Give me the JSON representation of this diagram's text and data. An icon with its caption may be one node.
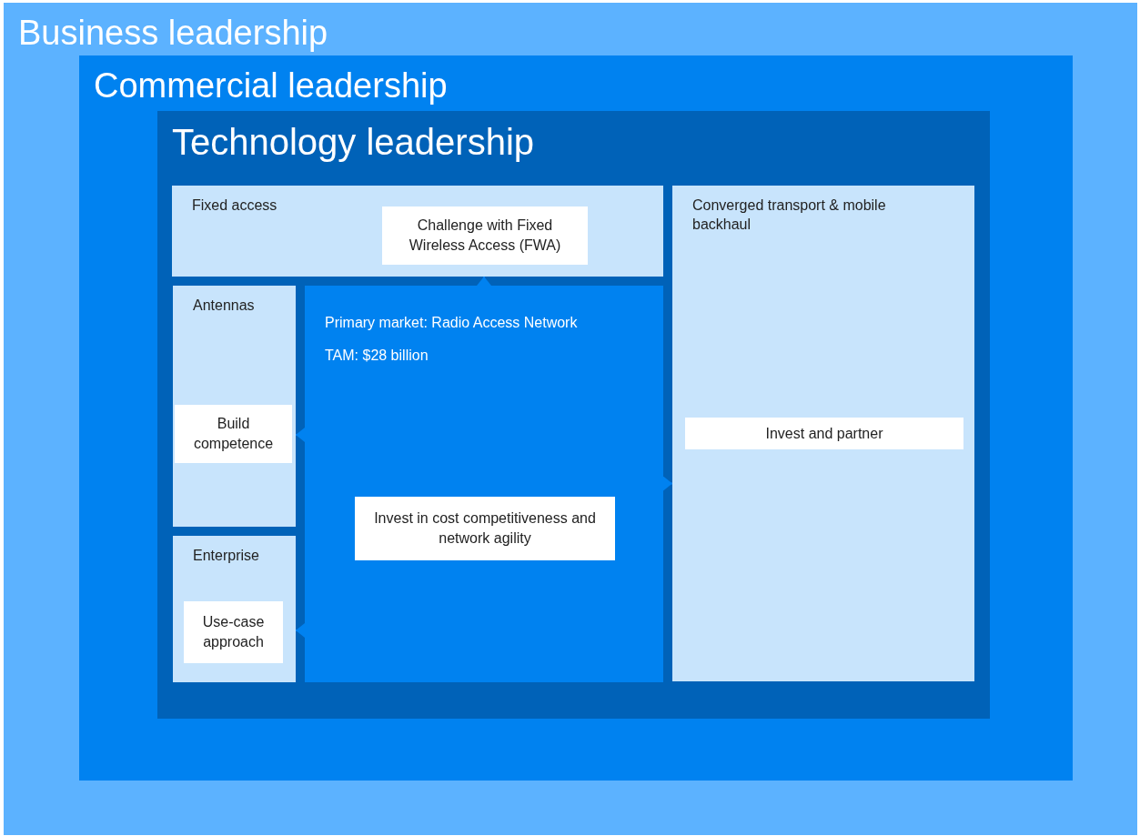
{
  "diagram": {
    "nodes": [
      {
        "text": [
          "Business leadership"
        ]
      },
      {
        "text": [
          "Commercial leadership"
        ],
        "in": 0
      },
      {
        "text": [
          "Technology leadership"
        ],
        "in": 1
      },
      {
        "text": [
          "Fixed access"
        ],
        "in": 2
      },
      {
        "text": [
          "Challenge with Fixed Wireless Access (FWA)"
        ],
        "in": 3
      },
      {
        "text": [
          "Converged transport & mobile backhaul"
        ],
        "in": 2
      },
      {
        "text": [
          "Invest and partner"
        ],
        "in": 5
      },
      {
        "text": [
          "Antennas"
        ],
        "in": 2
      },
      {
        "text": [
          "Build competence"
        ],
        "in": 7
      },
      {
        "text": [
          "Primary market: Radio Access Network",
          "TAM: $28 billion"
        ],
        "in": 2
      },
      {
        "text": [
          "Invest in cost competitiveness and network agility"
        ],
        "in": 9
      },
      {
        "text": [
          "Enterprise"
        ],
        "in": 2
      },
      {
        "text": [
          "Use-case approach"
        ],
        "in": 11
      }
    ],
    "edges": [
      {
        "from": 9,
        "to": 3,
        "arrow": "to"
      },
      {
        "from": 9,
        "to": 7,
        "arrow": "to"
      },
      {
        "from": 9,
        "to": 11,
        "arrow": "to"
      },
      {
        "from": 9,
        "to": 5,
        "arrow": "to"
      }
    ]
  }
}
